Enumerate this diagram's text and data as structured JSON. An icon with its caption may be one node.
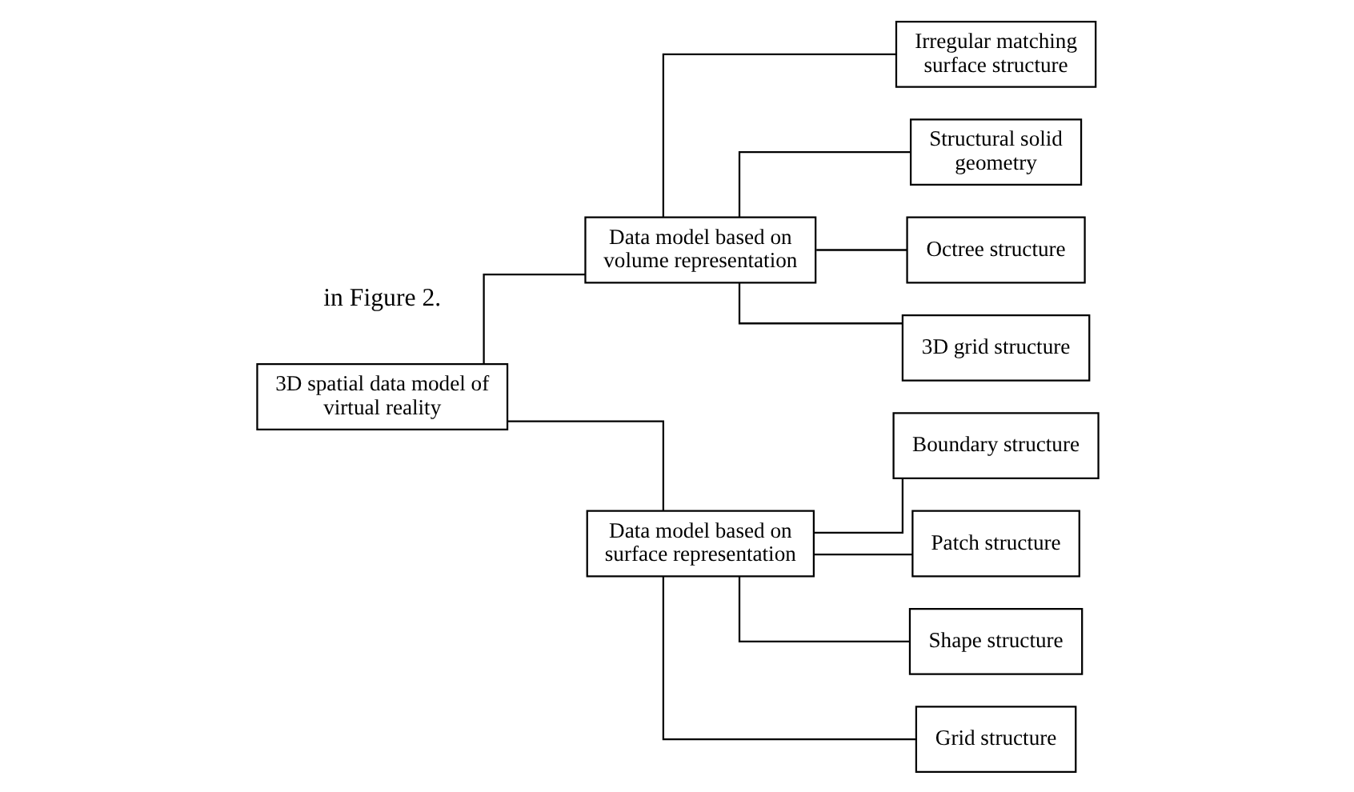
{
  "diagram": {
    "nodes": [
      {
        "text": [
          "3D spatial data model of virtual reality"
        ]
      },
      {
        "text": [
          "Data model based on volume representation"
        ]
      },
      {
        "text": [
          "Data model based on surface representation"
        ]
      },
      {
        "text": [
          "Irregular matching surface structure"
        ]
      },
      {
        "text": [
          "Structural solid geometry"
        ]
      },
      {
        "text": [
          "Octree structure"
        ]
      },
      {
        "text": [
          "3D grid structure"
        ]
      },
      {
        "text": [
          "Boundary structure"
        ]
      },
      {
        "text": [
          "Patch structure"
        ]
      },
      {
        "text": [
          "Shape structure"
        ]
      },
      {
        "text": [
          "Grid structure"
        ]
      }
    ],
    "edges": [
      {
        "from": 0,
        "to": 1,
        "arrow": "none"
      },
      {
        "from": 0,
        "to": 2,
        "arrow": "none"
      },
      {
        "from": 1,
        "to": 3,
        "arrow": "none"
      },
      {
        "from": 1,
        "to": 4,
        "arrow": "none"
      },
      {
        "from": 1,
        "to": 5,
        "arrow": "none"
      },
      {
        "from": 1,
        "to": 6,
        "arrow": "none"
      },
      {
        "from": 2,
        "to": 7,
        "arrow": "none"
      },
      {
        "from": 2,
        "to": 8,
        "arrow": "none"
      },
      {
        "from": 2,
        "to": 9,
        "arrow": "none"
      },
      {
        "from": 2,
        "to": 10,
        "arrow": "none"
      }
    ],
    "labels": [
      "in Figure 2."
    ]
  }
}
